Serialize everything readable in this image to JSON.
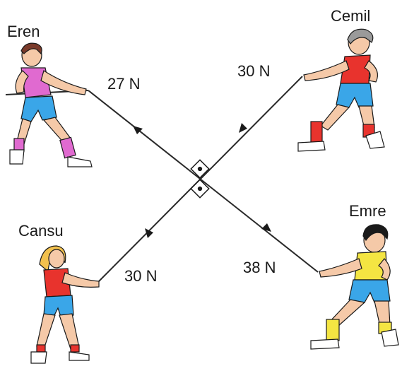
{
  "people": [
    {
      "id": "eren",
      "name": "Eren",
      "shirt": "#e06ad0",
      "shorts": "#3aa6e8",
      "socks": "#e06ad0",
      "hair": "#7a3a2a",
      "skin": "#f5c9a8"
    },
    {
      "id": "cemil",
      "name": "Cemil",
      "shirt": "#e8332d",
      "shorts": "#3aa6e8",
      "socks": "#e8332d",
      "hair": "#9a9a9a",
      "skin": "#f5c9a8"
    },
    {
      "id": "cansu",
      "name": "Cansu",
      "shirt": "#e8332d",
      "shorts": "#3aa6e8",
      "socks": "#e8332d",
      "hair": "#f2c14e",
      "skin": "#f5c9a8"
    },
    {
      "id": "emre",
      "name": "Emre",
      "shirt": "#f4e542",
      "shorts": "#3aa6e8",
      "socks": "#f4e542",
      "hair": "#1a1a1a",
      "skin": "#f5c9a8"
    }
  ],
  "forces": {
    "eren": "27 N",
    "cemil": "30 N",
    "cansu": "30 N",
    "emre": "38 N"
  },
  "colors": {
    "rope": "#2a2a2a",
    "outline": "#1a1a1a"
  }
}
